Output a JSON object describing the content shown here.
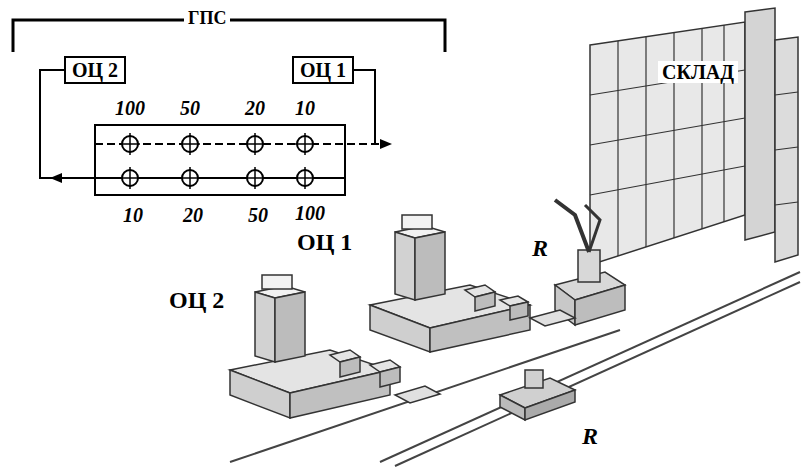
{
  "diagram": {
    "nodes": [
      {
        "text": [
          "ОЦ 2"
        ]
      },
      {
        "text": [
          "ОЦ 1"
        ]
      }
    ],
    "labels": [
      "ГПС",
      "100",
      "50",
      "20",
      "10",
      "10",
      "20",
      "50",
      "100",
      "ОЦ 1",
      "ОЦ 2",
      "СКЛАД",
      "R",
      "R"
    ]
  }
}
